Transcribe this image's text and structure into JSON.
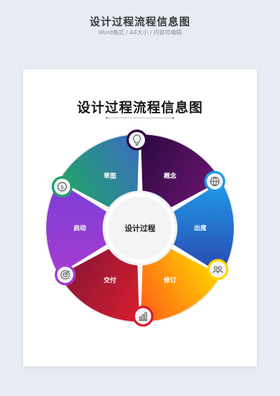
{
  "header": {
    "title": "设计过程流程信息图",
    "subtitle": "Word格式 / A4大小 / 内容可编辑"
  },
  "document": {
    "title": "设计过程流程信息图",
    "center_label": "设计过程",
    "segments": [
      {
        "label": "概念",
        "icon": "globe-icon",
        "color_start": "#2a0a3f",
        "color_end": "#6a1470"
      },
      {
        "label": "出席",
        "icon": "people-icon",
        "color_start": "#1f9be6",
        "color_end": "#2a45b0"
      },
      {
        "label": "修订",
        "icon": "bar-chart-icon",
        "color_start": "#ffd400",
        "color_end": "#ff5a1a"
      },
      {
        "label": "交付",
        "icon": "target-icon",
        "color_start": "#d91e2e",
        "color_end": "#8a1535"
      },
      {
        "label": "启动",
        "icon": "coin-icon",
        "color_start": "#a53cd0",
        "color_end": "#7b3fd8"
      },
      {
        "label": "草图",
        "icon": "lightbulb-icon",
        "color_start": "#21a26a",
        "color_end": "#3b6cc4"
      }
    ]
  }
}
